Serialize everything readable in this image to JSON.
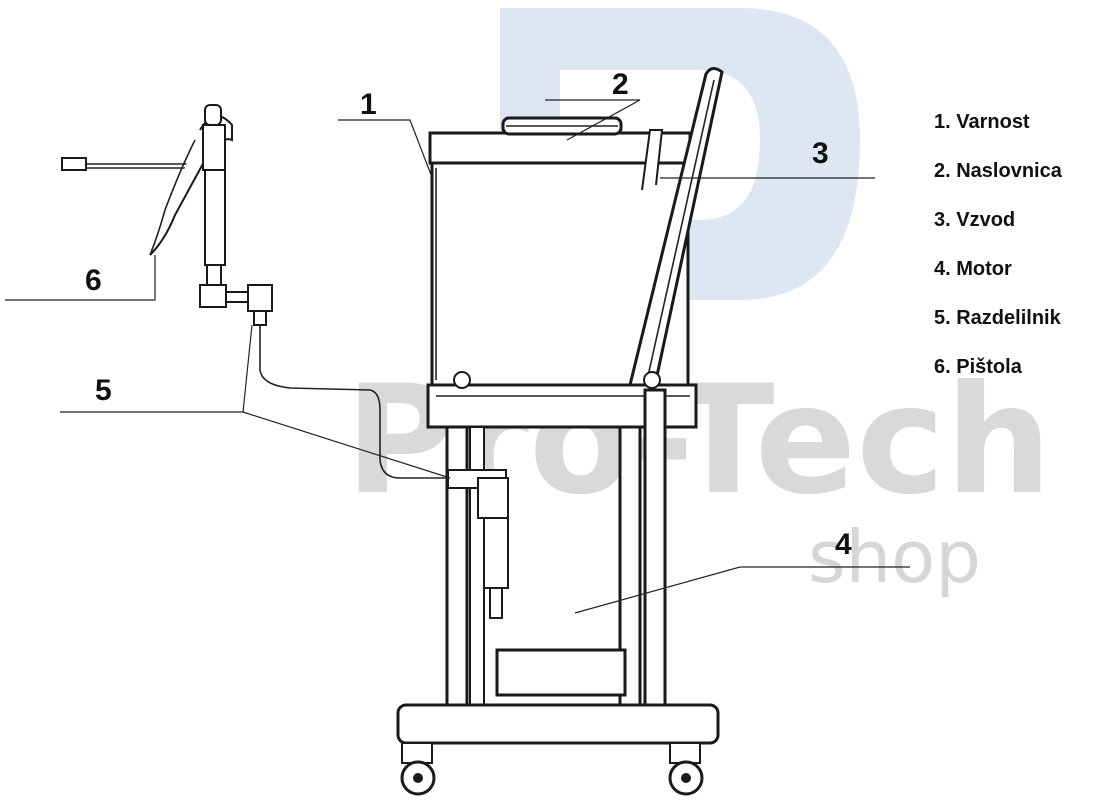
{
  "watermark": {
    "word": "Pro-Tech",
    "sub": "shop",
    "logo_color": "#dde7f4",
    "text_color": "#d9d9d9"
  },
  "callouts": [
    "1",
    "2",
    "3",
    "4",
    "5",
    "6"
  ],
  "legend": [
    "1. Varnost",
    "2. Naslovnica",
    "3. Vzvod",
    "4. Motor",
    "5. Razdelilnik",
    "6. Pištola"
  ]
}
